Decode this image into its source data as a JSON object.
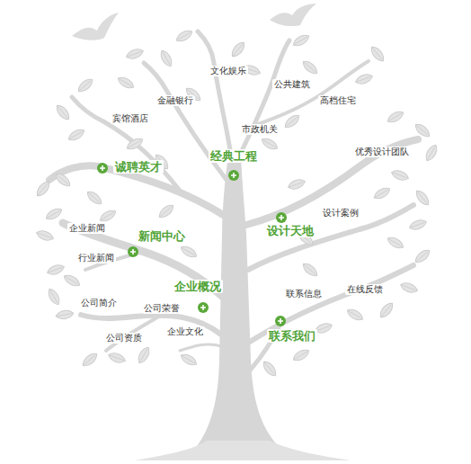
{
  "diagram": {
    "labels": [
      "文化娱乐",
      "公共建筑",
      "金融银行",
      "高档住宅",
      "宾馆酒店",
      "市政机关",
      "优秀设计团队",
      "经典工程",
      "诚聘英才",
      "设计案例",
      "企业新闻",
      "设计天地",
      "新闻中心",
      "行业新闻",
      "企业概况",
      "在线反馈",
      "联系信息",
      "公司简介",
      "公司荣誉",
      "企业文化",
      "联系我们",
      "公司资质"
    ]
  }
}
